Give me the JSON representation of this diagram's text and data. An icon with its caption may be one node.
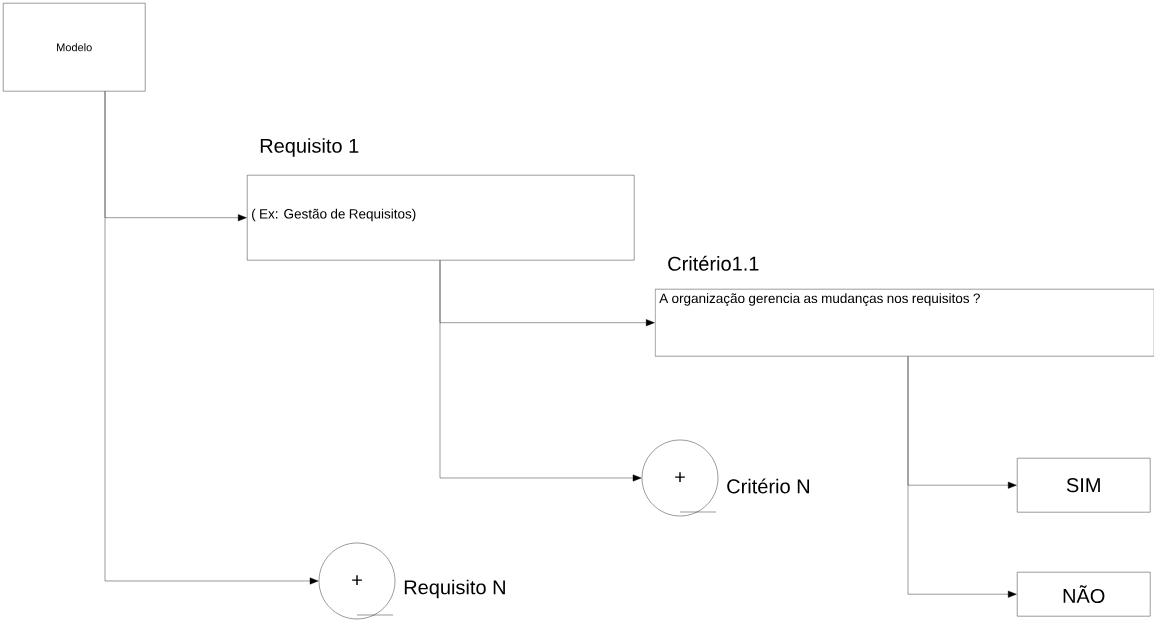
{
  "diagram": {
    "nodes": [
      {
        "text": [
          "Modelo"
        ]
      },
      {
        "text": [
          "Requisito 1",
          "( Ex: Gestão de Requisitos)"
        ]
      },
      {
        "text": [
          "Critério1.1",
          "A organização gerencia as mudanças nos requisitos ?"
        ]
      },
      {
        "text": [
          "SIM"
        ]
      },
      {
        "text": [
          "NÃO"
        ]
      },
      {
        "text": [
          "+"
        ],
        "beside": [
          "Critério N"
        ]
      },
      {
        "text": [
          "+"
        ],
        "beside": [
          "Requisito N"
        ]
      }
    ],
    "edges": [
      {
        "from": 0,
        "to": 1,
        "arrow": "to"
      },
      {
        "from": 0,
        "to": 6,
        "arrow": "to"
      },
      {
        "from": 1,
        "to": 2,
        "arrow": "to"
      },
      {
        "from": 1,
        "to": 5,
        "arrow": "to"
      },
      {
        "from": 2,
        "to": 3,
        "arrow": "to"
      },
      {
        "from": 2,
        "to": 4,
        "arrow": "to"
      }
    ]
  }
}
